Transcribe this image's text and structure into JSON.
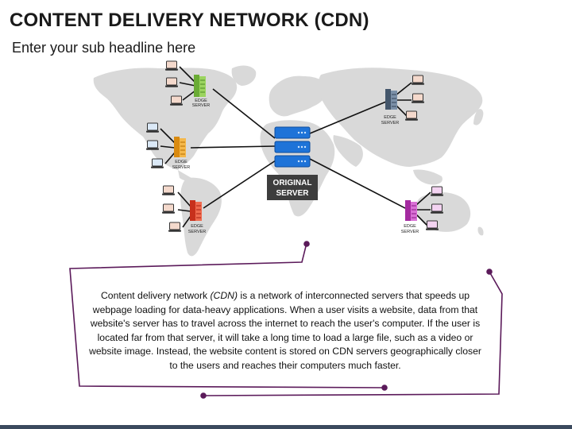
{
  "title": "CONTENT DELIVERY NETWORK (CDN)",
  "subtitle": "Enter your sub headline here",
  "colors": {
    "map": "#d9d9d9",
    "frame": "#5b1a5a",
    "origin_server": "#1e73d8",
    "edge_top_left": "#7ac142",
    "edge_mid_left": "#f0a020",
    "edge_bottom_left": "#e8452c",
    "edge_top_right": "#5a6f86",
    "edge_bottom_right": "#c43fc0"
  },
  "origin": {
    "label_line1": "ORIGINAL",
    "label_line2": "SERVER"
  },
  "edges": [
    {
      "id": "top-left",
      "label_line1": "EDGE",
      "label_line2": "SERVER",
      "laptop_icon": "laptop-icon"
    },
    {
      "id": "mid-left",
      "label_line1": "EDGE",
      "label_line2": "SERVER",
      "laptop_icon": "laptop-icon"
    },
    {
      "id": "bottom-left",
      "label_line1": "EDGE",
      "label_line2": "SERVER",
      "laptop_icon": "laptop-icon"
    },
    {
      "id": "top-right",
      "label_line1": "EDGE",
      "label_line2": "SERVER",
      "laptop_icon": "laptop-icon"
    },
    {
      "id": "bottom-right",
      "label_line1": "EDGE",
      "label_line2": "SERVER",
      "laptop_icon": "laptop-icon"
    }
  ],
  "description": {
    "before_italic": "Content delivery network ",
    "italic": "(CDN)",
    "after_italic": " is a network of interconnected servers that speeds up webpage loading for data-heavy applications. When a user visits a website, data from that website's server has to travel across the internet to reach the user's computer. If the user is located far from that server, it will take a long time to load a large file, such as a video or website image. Instead, the website content is stored on CDN servers geographically closer to the users and reaches their computers much faster."
  }
}
